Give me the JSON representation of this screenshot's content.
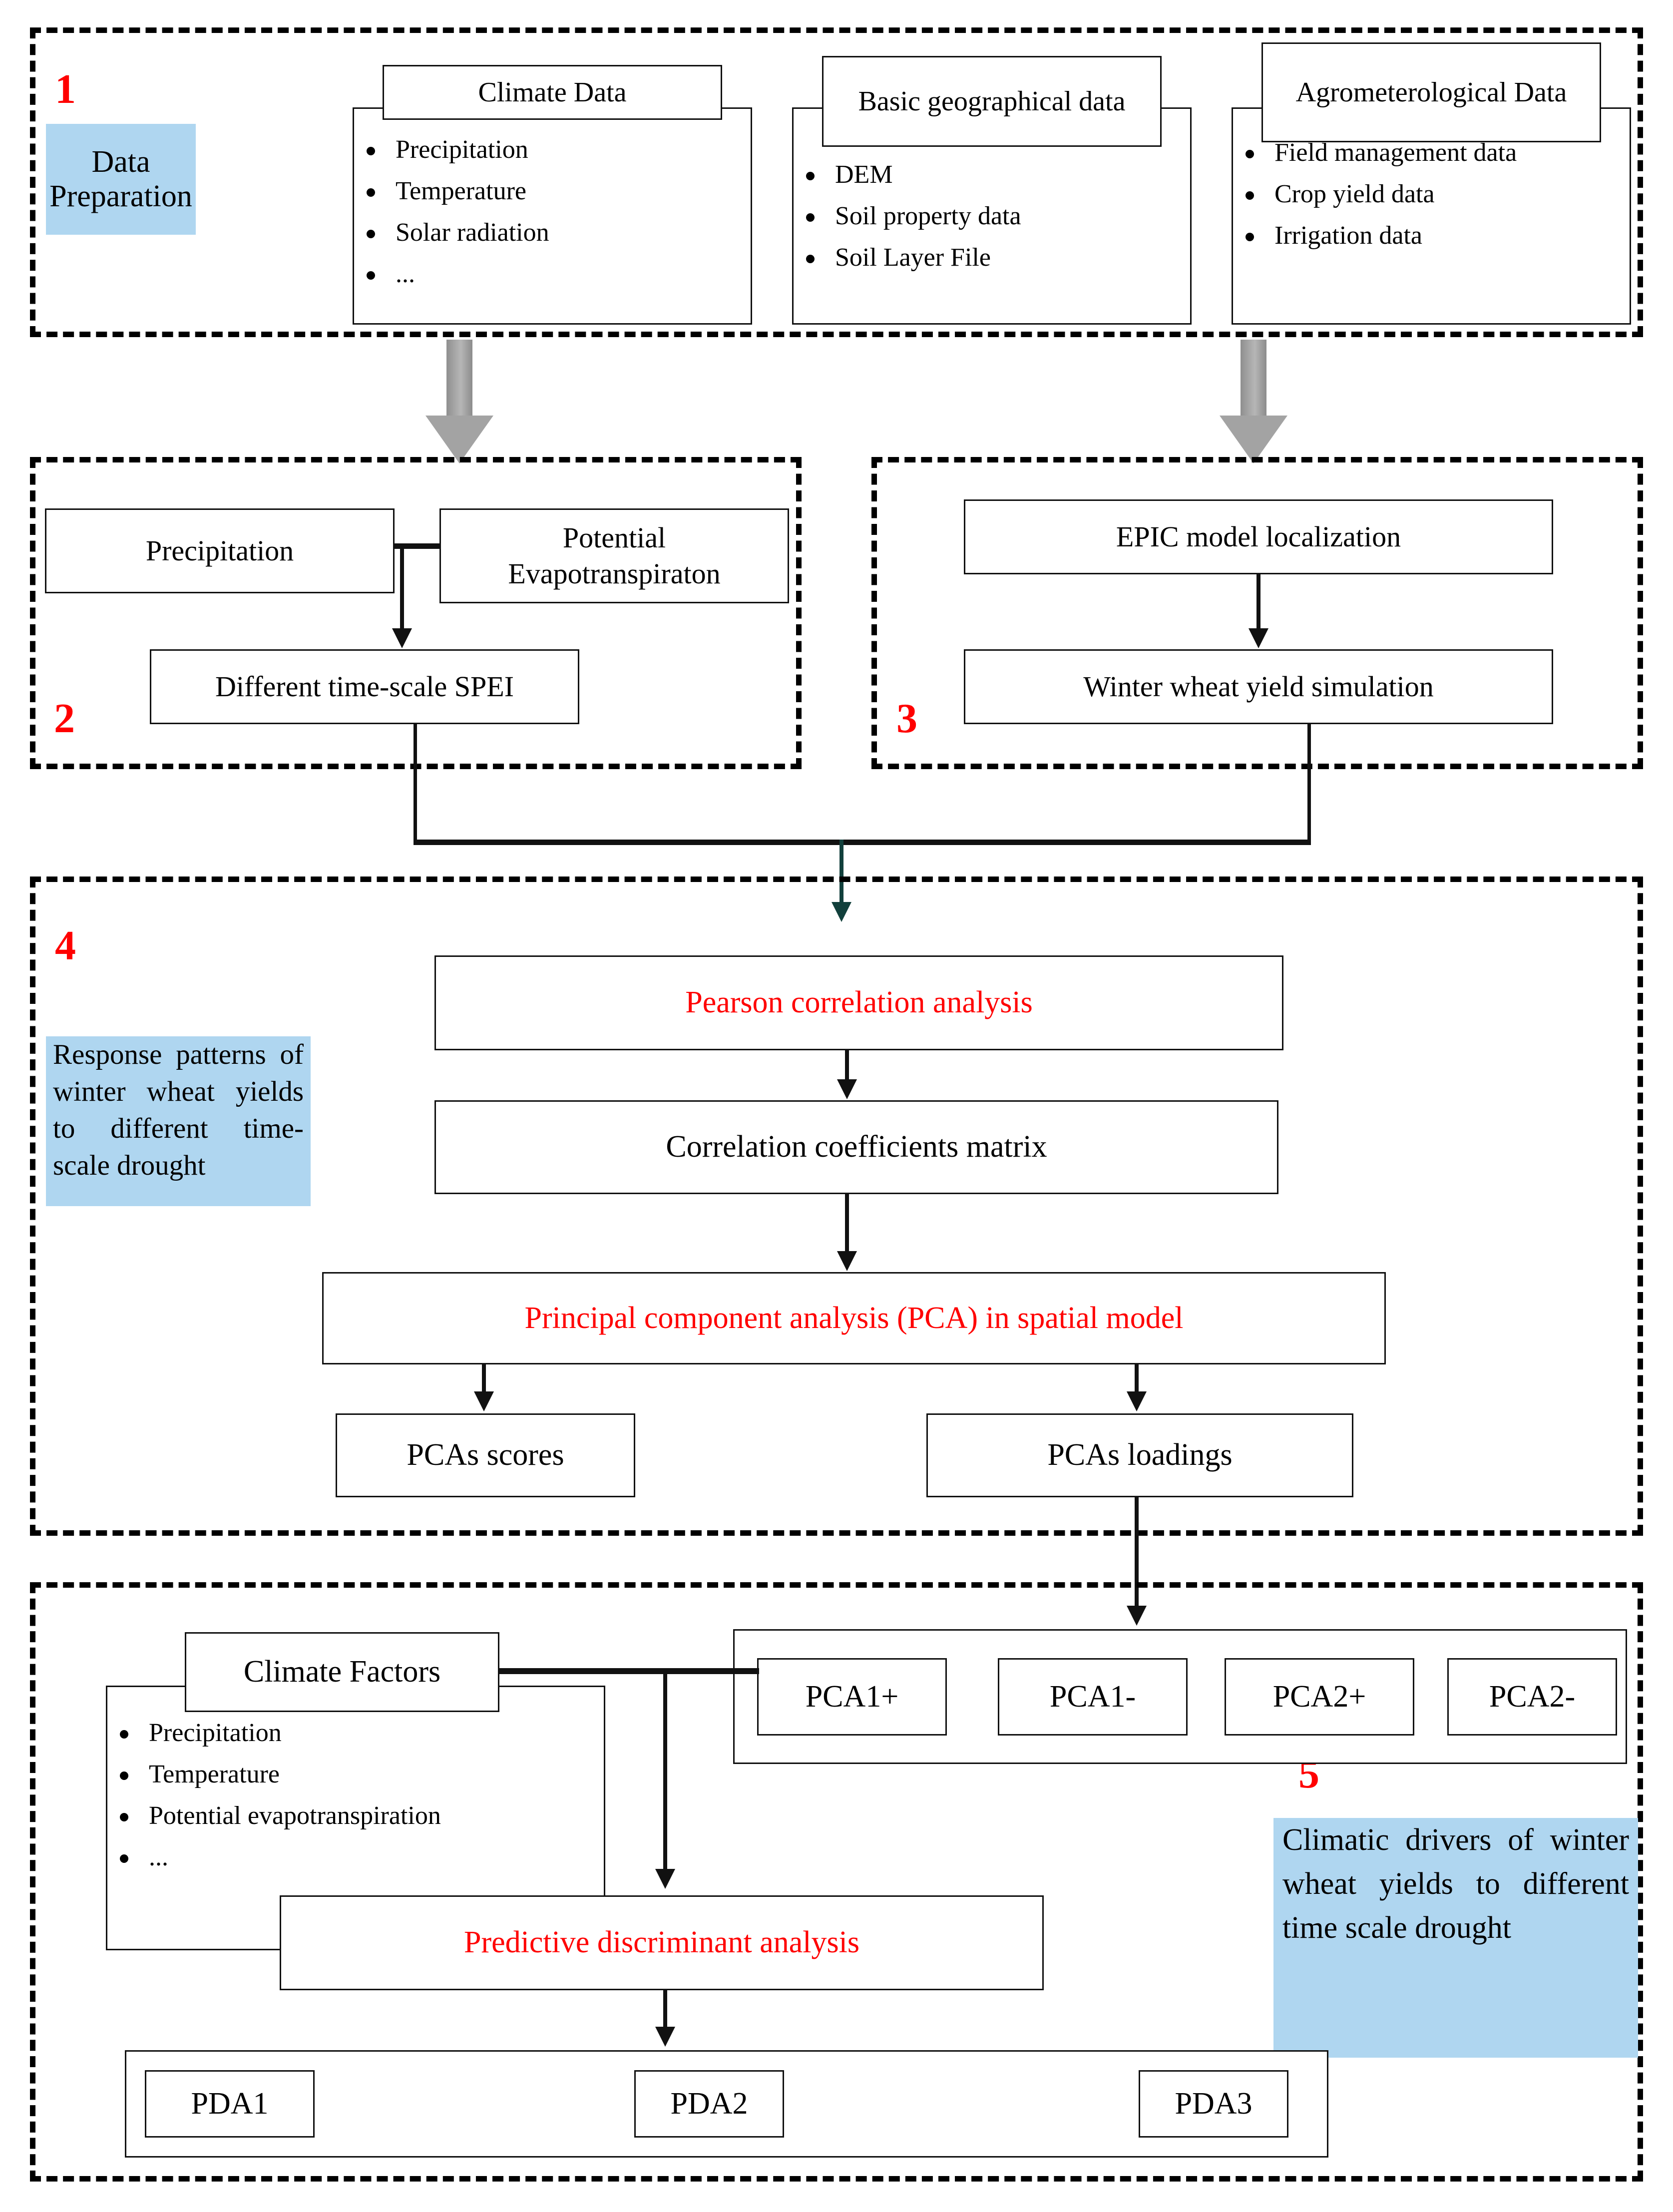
{
  "colors": {
    "accent_red": "#FF0000",
    "note_blue": "#AFD6F0",
    "teal_arrow": "#12403C",
    "gray_arrow": "#A3A3A3",
    "line": "#111111"
  },
  "stages": [
    {
      "number": "1",
      "label": "Data Preparation"
    },
    {
      "number": "2",
      "label": ""
    },
    {
      "number": "3",
      "label": ""
    },
    {
      "number": "4",
      "label": "Response patterns of winter wheat yields to different time-scale drought"
    },
    {
      "number": "5",
      "label": "Climatic drivers of winter wheat yields to different time scale drought"
    }
  ],
  "stage1": {
    "number": "1",
    "note": "Data Preparation",
    "cards": [
      {
        "title": "Climate Data",
        "items": [
          "Precipitation",
          "Temperature",
          "Solar radiation",
          "..."
        ]
      },
      {
        "title": "Basic geographical data",
        "items": [
          "DEM",
          "Soil property data",
          "Soil Layer File"
        ]
      },
      {
        "title": "Agrometerological Data",
        "items": [
          "Field management data",
          "Crop yield data",
          "Irrigation data"
        ]
      }
    ]
  },
  "stage2": {
    "number": "2",
    "boxes": {
      "precipitation": "Precipitation",
      "pet": "Potential Evapotranspiraton",
      "spei": "Different time-scale SPEI"
    }
  },
  "stage3": {
    "number": "3",
    "boxes": {
      "epic": "EPIC model localization",
      "yield": "Winter wheat yield simulation"
    }
  },
  "stage4": {
    "number": "4",
    "note": "Response patterns of winter wheat yields to different time-scale drought",
    "boxes": {
      "pearson": "Pearson correlation analysis",
      "matrix": "Correlation coefficients matrix",
      "pca": "Principal component analysis (PCA) in spatial model",
      "scores": "PCAs scores",
      "loadings": "PCAs loadings"
    }
  },
  "stage5": {
    "number": "5",
    "note": "Climatic drivers of winter wheat yields to different time scale drought",
    "climate_factors": {
      "title": "Climate Factors",
      "items": [
        "Precipitation",
        "Temperature",
        "Potential evapotranspiration",
        "..."
      ]
    },
    "pca_groups": [
      "PCA1+",
      "PCA1-",
      "PCA2+",
      "PCA2-"
    ],
    "pda_box": "Predictive discriminant analysis",
    "pda_groups": [
      "PDA1",
      "PDA2",
      "PDA3"
    ]
  }
}
